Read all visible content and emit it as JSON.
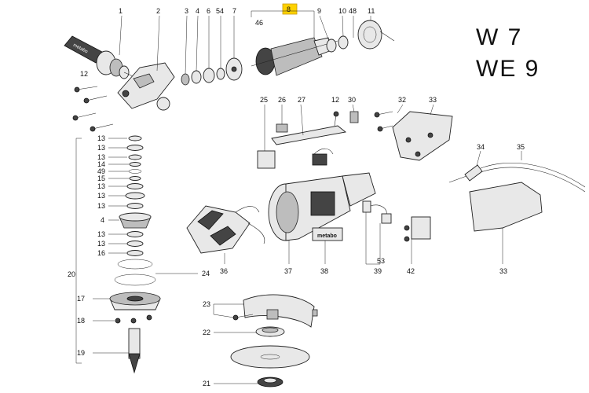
{
  "model_labels": {
    "line1": "W 7",
    "line2": "WE 9"
  },
  "highlighted_part": "8",
  "callouts": {
    "p1": "1",
    "p2": "2",
    "p3": "3",
    "p4": "4",
    "p6": "6",
    "p54": "54",
    "p7": "7",
    "p8": "8",
    "p46": "46",
    "p9": "9",
    "p10": "10",
    "p48": "48",
    "p11": "11",
    "p12a": "12",
    "p25": "25",
    "p26": "26",
    "p27": "27",
    "p12b": "12",
    "p30": "30",
    "p32": "32",
    "p33a": "33",
    "p34": "34",
    "p35": "35",
    "s13a": "13",
    "s13b": "13",
    "s13c": "13",
    "s14": "14",
    "s49": "49",
    "s15": "15",
    "s13d": "13",
    "s13e": "13",
    "s4": "4",
    "s13f": "13",
    "s13g": "13",
    "s16": "16",
    "p20": "20",
    "p24": "24",
    "p17": "17",
    "p18": "18",
    "p19": "19",
    "p36": "36",
    "p37": "37",
    "p38": "38",
    "p53": "53",
    "p39": "39",
    "p42": "42",
    "p33b": "33",
    "p23": "23",
    "p22": "22",
    "p21": "21"
  },
  "brand_marks": {
    "handle_logo": "metabo",
    "housing_label": "metabo"
  },
  "colors": {
    "highlight": "#ffd200",
    "ink": "#111111",
    "part_fill": "#e8e8e8"
  }
}
